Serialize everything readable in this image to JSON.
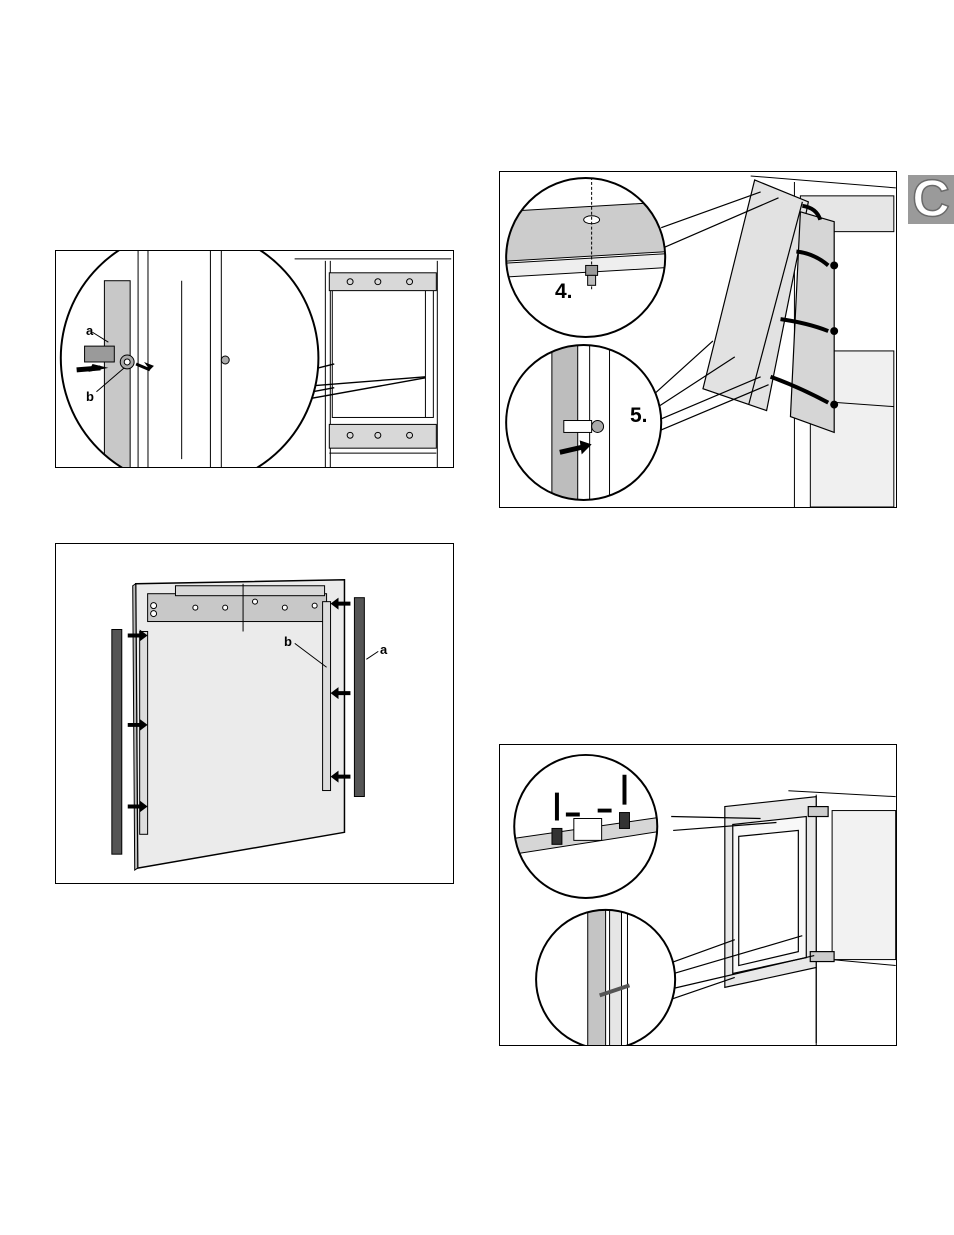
{
  "section_tab": {
    "letter": "C"
  },
  "figure1": {
    "label_a": "a",
    "label_b": "b"
  },
  "figure2": {
    "label_a": "a",
    "label_b": "b"
  },
  "figure3": {
    "step4": "4.",
    "step5": "5."
  },
  "colors": {
    "tab_gray": "#9a9a9a",
    "panel_gray": "#d8d8d8",
    "line": "#000000"
  }
}
